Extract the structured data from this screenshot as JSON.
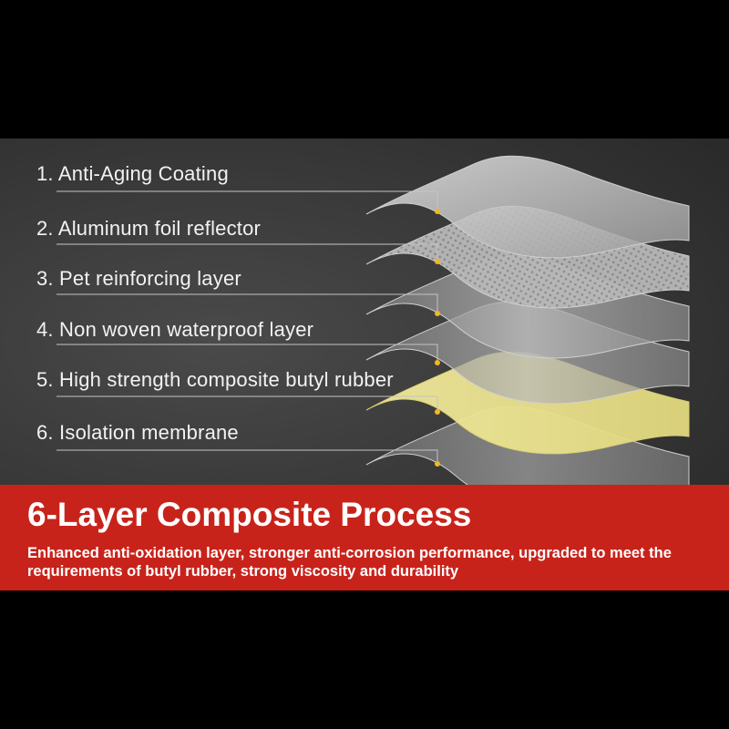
{
  "layers": [
    {
      "label": "1. Anti-Aging Coating",
      "fill": "#c9c9c9"
    },
    {
      "label": "2. Aluminum foil reflector",
      "fill": "#bdbdbd"
    },
    {
      "label": "3. Pet reinforcing layer",
      "fill": "#a9a9a9"
    },
    {
      "label": "4. Non woven waterproof layer",
      "fill": "#9a9a9a"
    },
    {
      "label": "5. High strength composite butyl rubber",
      "fill": "#ebe49a"
    },
    {
      "label": "6. Isolation membrane",
      "fill": "#8c8c8c"
    }
  ],
  "banner": {
    "title": "6-Layer Composite Process",
    "subtitle": "Enhanced anti-oxidation layer, stronger anti-corrosion performance, upgraded to meet the requirements of butyl rubber, strong viscosity and durability"
  },
  "colors": {
    "banner": "#c8231b",
    "dot": "#f0b820",
    "background": "#333333"
  }
}
